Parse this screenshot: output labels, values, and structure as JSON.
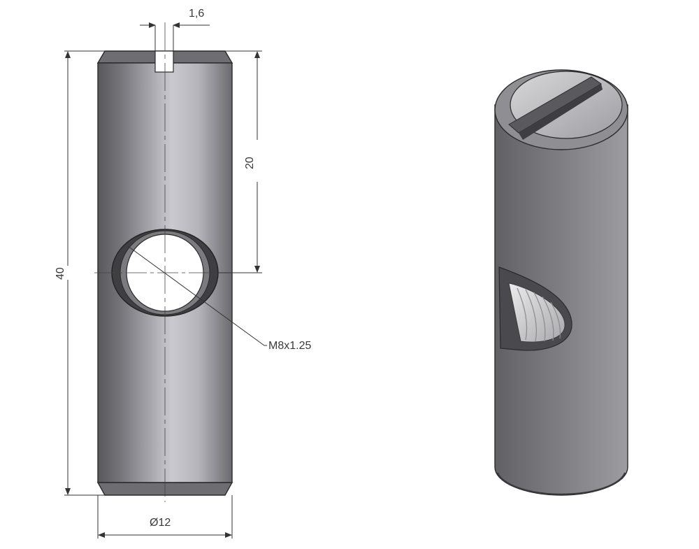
{
  "dimensions": {
    "slot_width": "1,6",
    "overall_length": "40",
    "hole_offset": "20",
    "thread": "M8x1.25",
    "diameter": "Ø12"
  },
  "colors": {
    "body_dark": "#5f5f63",
    "body_light": "#c9c9cf",
    "cap_face": "#b5b5b8",
    "hole_fill": "#ffffff"
  }
}
